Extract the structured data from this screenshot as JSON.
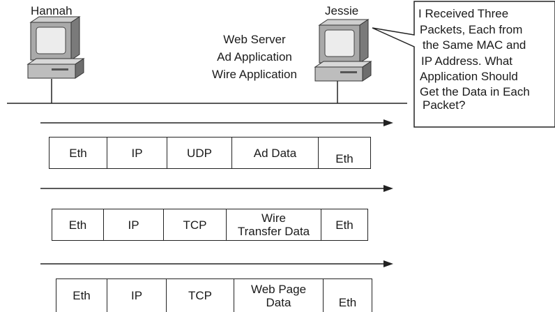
{
  "hosts": {
    "left_name": "Hannah",
    "right_name": "Jessie"
  },
  "server_apps": [
    "Web Server",
    "Ad Application",
    "Wire Application"
  ],
  "callout": [
    "I Received Three",
    "Packets, Each from",
    "the Same MAC and",
    "IP Address. What",
    "Application Should",
    "Get the Data in Each",
    "Packet?"
  ],
  "packets": [
    {
      "cells": [
        "Eth",
        "IP",
        "UDP",
        "Ad Data",
        "Eth"
      ]
    },
    {
      "cells": [
        "Eth",
        "IP",
        "TCP",
        "Wire\nTransfer Data",
        "Eth"
      ]
    },
    {
      "cells": [
        "Eth",
        "IP",
        "TCP",
        "Web Page\nData",
        "Eth"
      ]
    }
  ]
}
